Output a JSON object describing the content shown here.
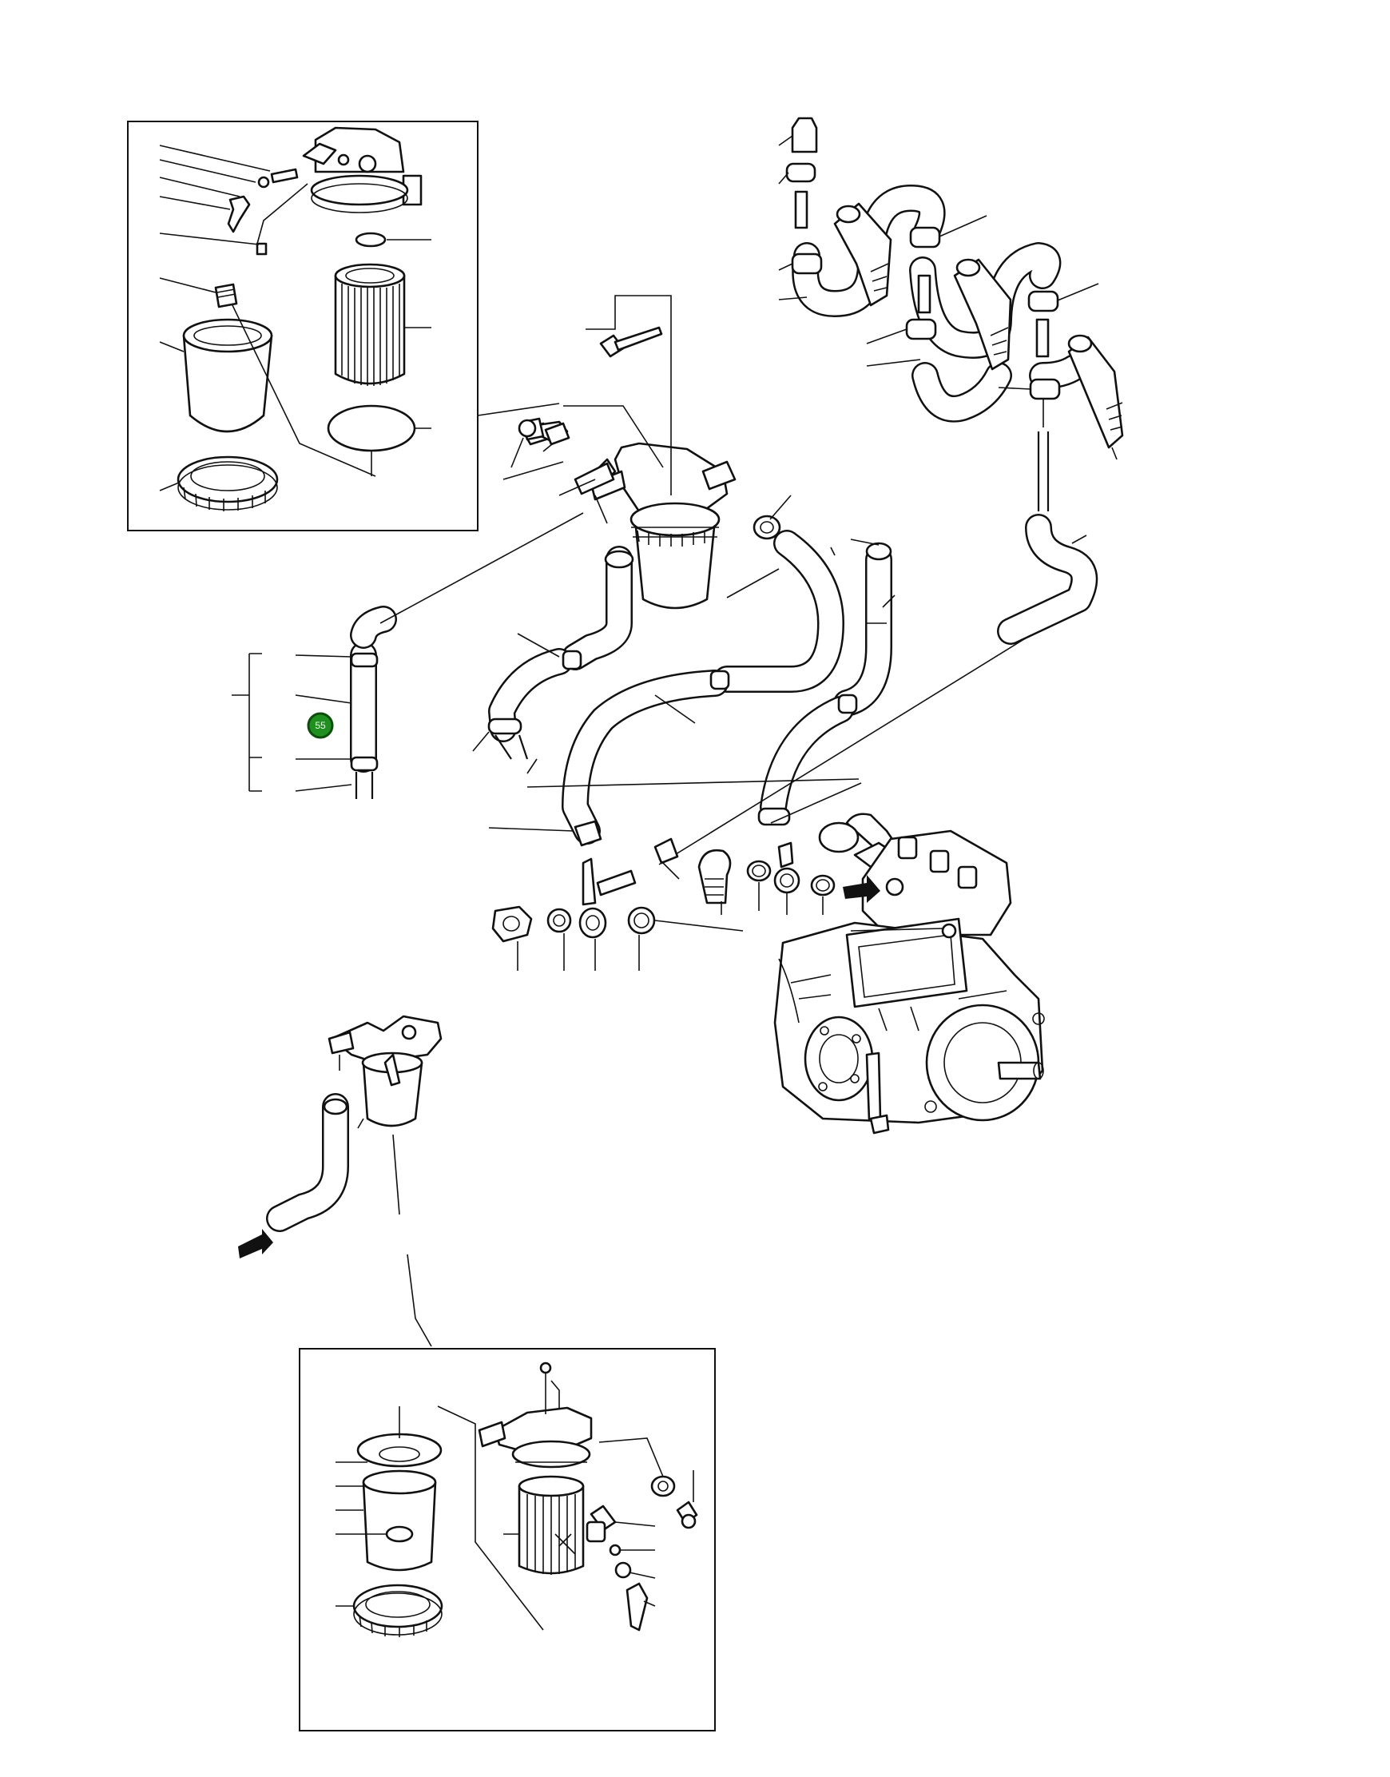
{
  "title": "",
  "marker": {
    "label": "55",
    "color": "#1f8f1f"
  },
  "arrows": [
    {
      "name": "fuel-inlet-arrow"
    },
    {
      "name": "pump-inlet-arrow"
    }
  ]
}
